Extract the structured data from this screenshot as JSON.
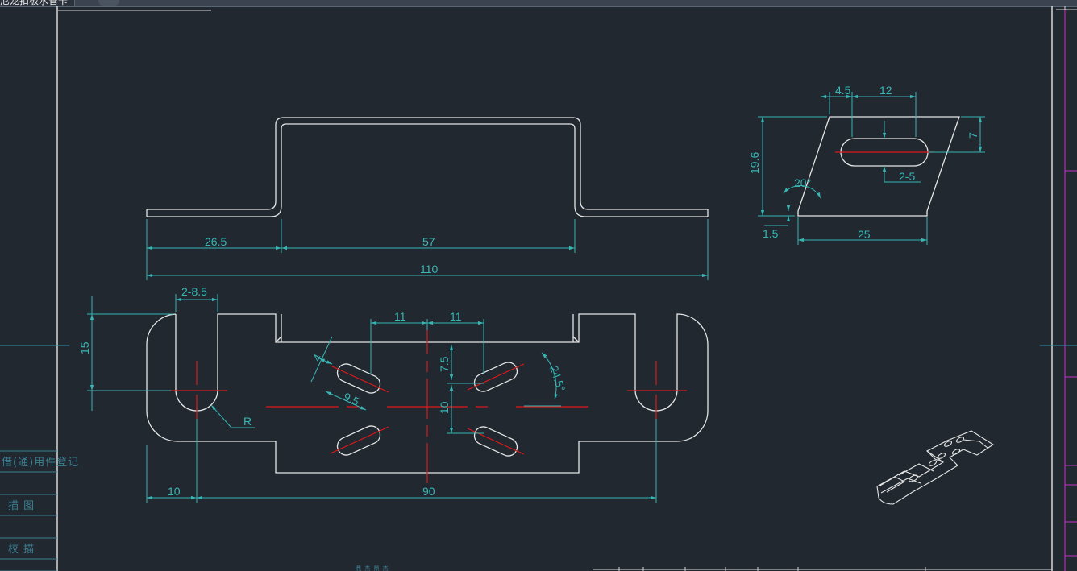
{
  "window": {
    "doc_tab_title": "尼龙扣板水管卡",
    "new_tab_icon": "plus-icon"
  },
  "colors": {
    "background": "#212830",
    "geometry": "#e6e6e6",
    "dimension": "#37b6b4",
    "centerline": "#e01818",
    "border": "#d8d8d8",
    "title_block": "#3c7f91",
    "frame_magenta": "#c62fc6"
  },
  "dimensions": {
    "front_view": {
      "left_flange": "26.5",
      "middle": "57",
      "overall": "110"
    },
    "top_view": {
      "slot_width": "2-8.5",
      "height": "15",
      "hole_spacing_left": "11",
      "hole_spacing_right": "11",
      "slot_width_small": "4",
      "slot_length": "9.5",
      "vertical_upper": "7.5",
      "vertical_lower": "10",
      "angle": "24.5°",
      "radius": "R",
      "edge_offset": "10",
      "hole_center": "90"
    },
    "side_view": {
      "top_offset": "4.5",
      "slot_length": "12",
      "height": "19.6",
      "slot_height": "7",
      "angle": "20°",
      "slot_width": "2-5",
      "thickness": "1.5",
      "base_width": "25"
    }
  },
  "title_block": {
    "label_used_as": "借(通)用件登记",
    "label_traced": "描  图",
    "label_checked": "校  描",
    "bottom_small_text": "鼎 杰 鼎 杰"
  }
}
